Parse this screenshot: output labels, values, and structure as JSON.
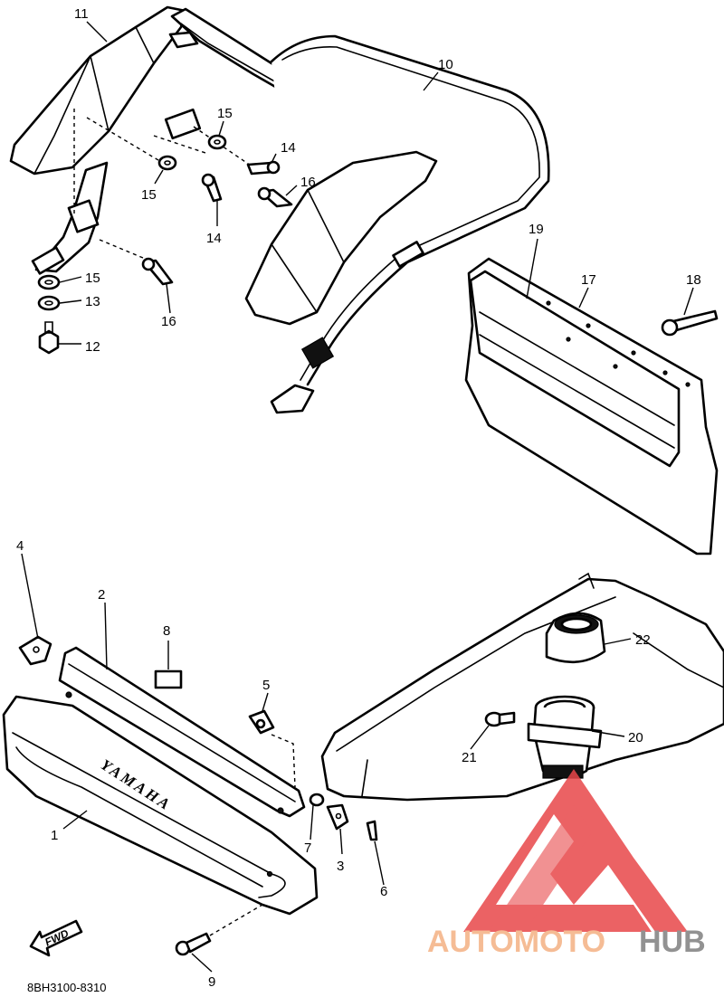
{
  "diagram": {
    "drawing_code": "8BH3100-8310",
    "part_labels": [
      {
        "id": "1",
        "text": "1"
      },
      {
        "id": "2",
        "text": "2"
      },
      {
        "id": "3",
        "text": "3"
      },
      {
        "id": "4",
        "text": "4"
      },
      {
        "id": "5",
        "text": "5"
      },
      {
        "id": "6",
        "text": "6"
      },
      {
        "id": "7",
        "text": "7"
      },
      {
        "id": "8",
        "text": "8"
      },
      {
        "id": "9",
        "text": "9"
      },
      {
        "id": "10",
        "text": "10"
      },
      {
        "id": "11",
        "text": "11"
      },
      {
        "id": "12",
        "text": "12"
      },
      {
        "id": "13",
        "text": "13"
      },
      {
        "id": "14a",
        "text": "14"
      },
      {
        "id": "14b",
        "text": "14"
      },
      {
        "id": "15a",
        "text": "15"
      },
      {
        "id": "15b",
        "text": "15"
      },
      {
        "id": "15c",
        "text": "15"
      },
      {
        "id": "16a",
        "text": "16"
      },
      {
        "id": "16b",
        "text": "16"
      },
      {
        "id": "17",
        "text": "17"
      },
      {
        "id": "18",
        "text": "18"
      },
      {
        "id": "19",
        "text": "19"
      },
      {
        "id": "20",
        "text": "20"
      },
      {
        "id": "21",
        "text": "21"
      },
      {
        "id": "22",
        "text": "22"
      }
    ],
    "front_panel_brand": "YAMAHA",
    "direction_marker": "FWD",
    "watermark": {
      "text_a": "AUTOMOTO",
      "text_b": "HUB",
      "color_a": "#f4b183",
      "color_b": "#7f7f7f",
      "logo_color": "#e8474a"
    }
  }
}
